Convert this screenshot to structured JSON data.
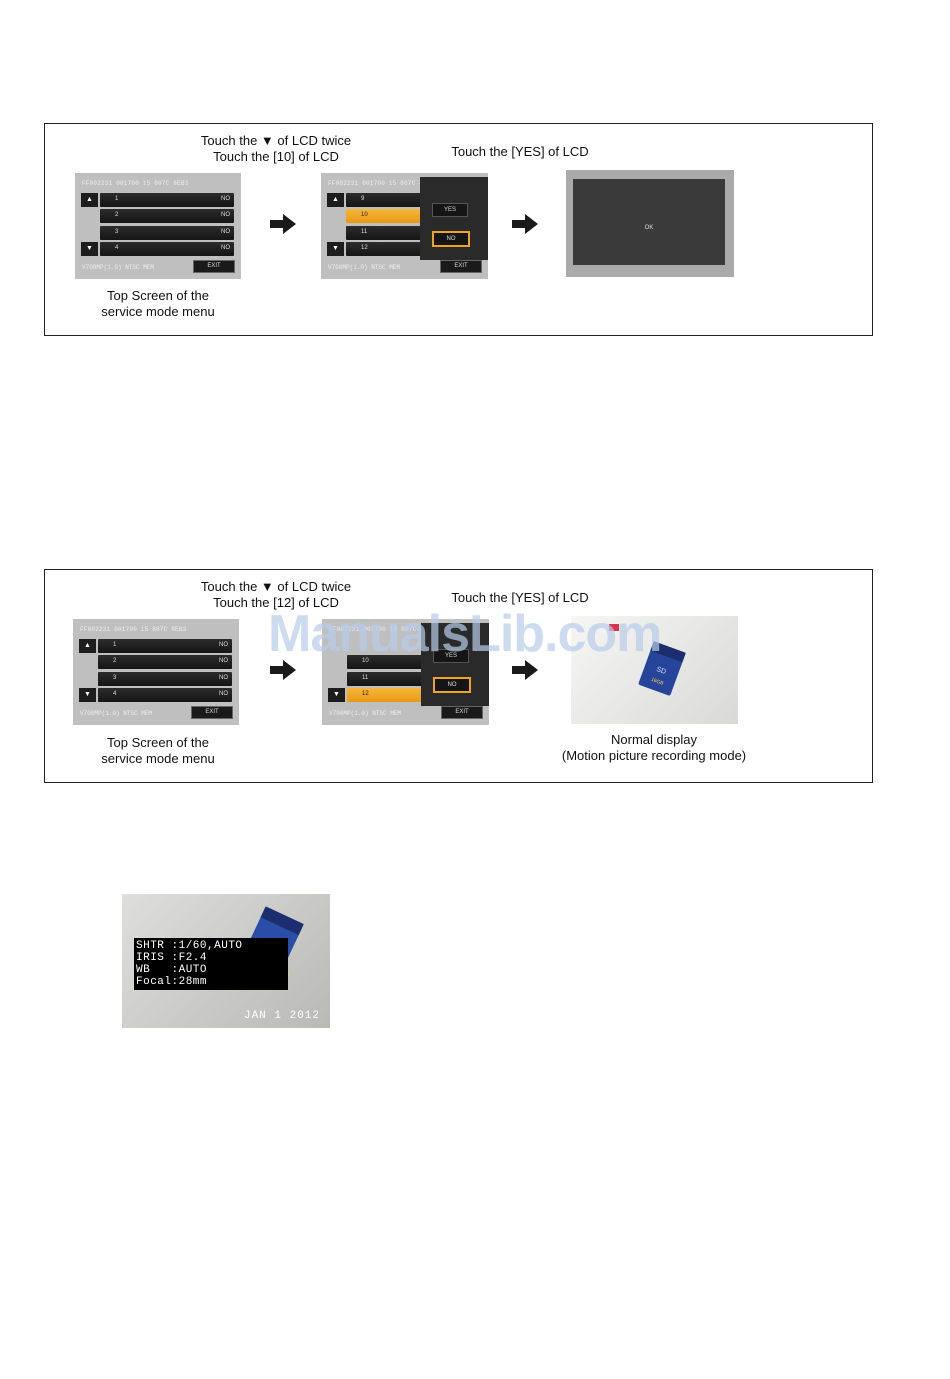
{
  "steps": [
    {
      "instr_left_line1": "Touch the ▼ of LCD twice",
      "instr_left_line2": "Touch the [10] of LCD",
      "instr_right": "Touch the [YES] of LCD",
      "menu_caption_line1": "Top Screen of the",
      "menu_caption_line2": "service mode menu",
      "menu": {
        "header": "FF002231 001700 15 807C 8EB3",
        "footer": "V700MP(1.0) NTSC MEM",
        "exit": "EXIT",
        "up": "▲",
        "down": "▼",
        "rows": [
          {
            "n": "1",
            "v": "NO"
          },
          {
            "n": "2",
            "v": "NO"
          },
          {
            "n": "3",
            "v": "NO"
          },
          {
            "n": "4",
            "v": "NO"
          }
        ]
      },
      "selected_menu": {
        "header": "FF002231 001700 15 807C 8EB3",
        "footer": "V700MP(1.0) NTSC MEM",
        "exit": "EXIT",
        "rows": [
          "9",
          "10",
          "11",
          "12"
        ],
        "yes": "YES",
        "no": "NO"
      },
      "result": {
        "text": "OK"
      }
    },
    {
      "instr_left_line1": "Touch the ▼ of LCD twice",
      "instr_left_line2": "Touch the [12] of LCD",
      "instr_right": "Touch the [YES] of LCD",
      "menu_caption_line1": "Top Screen of the",
      "menu_caption_line2": "service mode menu",
      "menu": {
        "header": "FF002231 001700 15 807C 8EB3",
        "footer": "V700MP(1.0) NTSC MEM",
        "exit": "EXIT",
        "up": "▲",
        "down": "▼",
        "rows": [
          {
            "n": "1",
            "v": "NO"
          },
          {
            "n": "2",
            "v": "NO"
          },
          {
            "n": "3",
            "v": "NO"
          },
          {
            "n": "4",
            "v": "NO"
          }
        ]
      },
      "selected_menu": {
        "header": "FF002231 001700 15 807C 8EB3",
        "footer": "V700MP(1.0) NTSC MEM",
        "exit": "EXIT",
        "rows": [
          "10",
          "11",
          "12"
        ],
        "yes": "YES",
        "no": "NO"
      },
      "result": {
        "caption_line1": "Normal display",
        "caption_line2": "(Motion picture recording mode)",
        "card_label": "SD",
        "card_size": "16GB"
      }
    }
  ],
  "watermark": "ManualsLib.com",
  "osd": {
    "line1": "SHTR :1/60,AUTO",
    "line2": "IRIS :F2.4",
    "line3": "WB   :AUTO",
    "line4": "Focal:28mm",
    "date": "JAN  1 2012"
  }
}
